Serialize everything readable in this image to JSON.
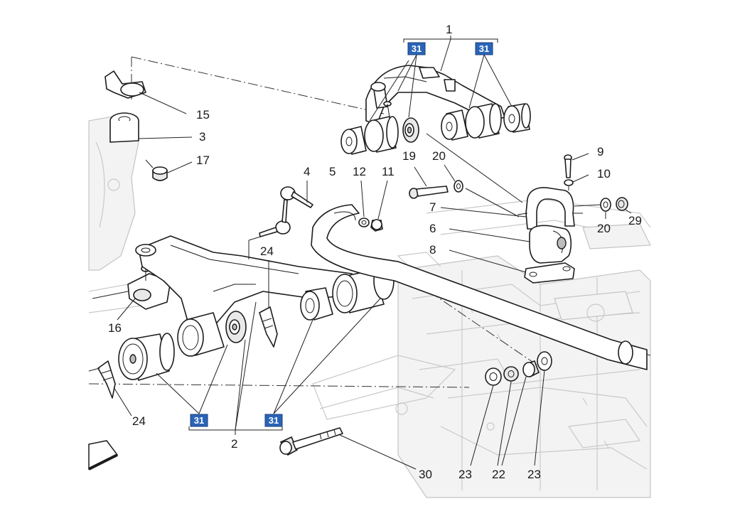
{
  "callouts": {
    "c1": "1",
    "c2": "2",
    "c3": "3",
    "c4": "4",
    "c5": "5",
    "c6": "6",
    "c7": "7",
    "c8": "8",
    "c9": "9",
    "c10": "10",
    "c11": "11",
    "c12": "12",
    "c15": "15",
    "c16": "16",
    "c17": "17",
    "c19": "19",
    "c20a": "20",
    "c20b": "20",
    "c22": "22",
    "c23a": "23",
    "c23b": "23",
    "c24a": "24",
    "c24b": "24",
    "c29": "29",
    "c30": "30"
  },
  "refs": {
    "r1": "31",
    "r2": "31",
    "r3": "31",
    "r4": "31"
  },
  "colors": {
    "line": "#1c1c1c",
    "ghost": "#c9c9c9",
    "ref_badge": "#2a64b8"
  }
}
